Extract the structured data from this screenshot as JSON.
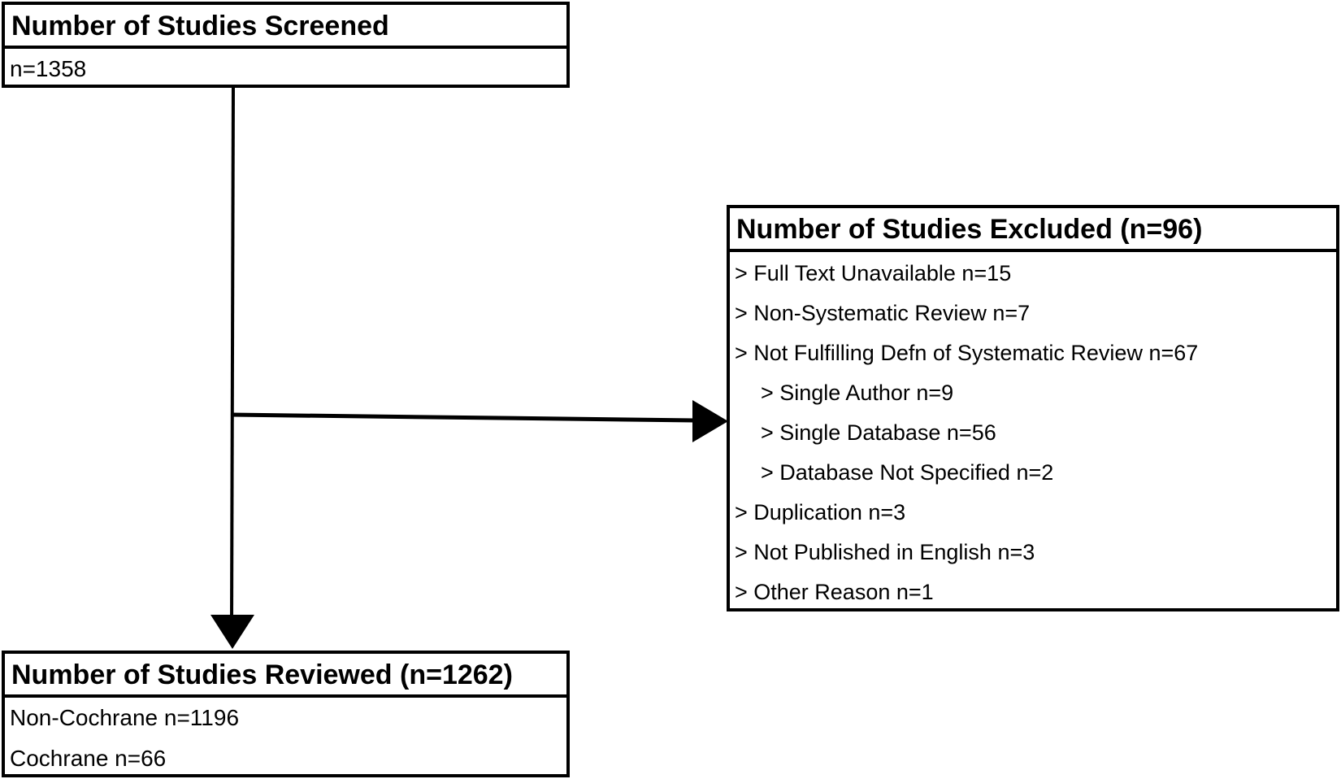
{
  "screened": {
    "title": "Number of Studies Screened",
    "count": "n=1358"
  },
  "excluded": {
    "title": "Number of Studies Excluded (n=96)",
    "reasons": [
      "> Full Text Unavailable n=15",
      "> Non-Systematic Review n=7",
      "> Not Fulfilling Defn of Systematic Review n=67",
      "> Single Author n=9",
      "> Single Database n=56",
      "> Database Not Specified n=2",
      "> Duplication n=3",
      "> Not Published in English n=3",
      "> Other Reason n=1"
    ]
  },
  "reviewed": {
    "title": "Number of Studies Reviewed (n=1262)",
    "items": [
      "Non-Cochrane n=1196",
      "Cochrane n=66"
    ]
  },
  "colors": {
    "line": "#000000",
    "background": "#ffffff"
  }
}
